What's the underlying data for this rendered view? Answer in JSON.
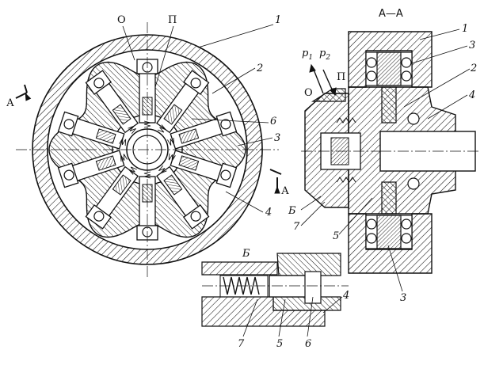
{
  "labels": {
    "front_view": {
      "o": "О",
      "p": "П",
      "n1": "1",
      "n2": "2",
      "n6": "6",
      "n3": "3",
      "n4": "4",
      "a_left": "А",
      "a_right": "А"
    },
    "section_view": {
      "title": "А—А",
      "p1": "p",
      "p1_sub": "1",
      "p2": "p",
      "p2_sub": "2",
      "o": "О",
      "p": "П",
      "n1": "1",
      "n3_top": "3",
      "n2": "2",
      "n4": "4",
      "b": "Б",
      "n7": "7",
      "n5": "5",
      "n3_bottom": "3"
    },
    "detail_view": {
      "title": "Б",
      "n4": "4",
      "n7": "7",
      "n5": "5",
      "n6": "6"
    }
  },
  "colors": {
    "ink": "#111111",
    "paper": "#ffffff"
  }
}
